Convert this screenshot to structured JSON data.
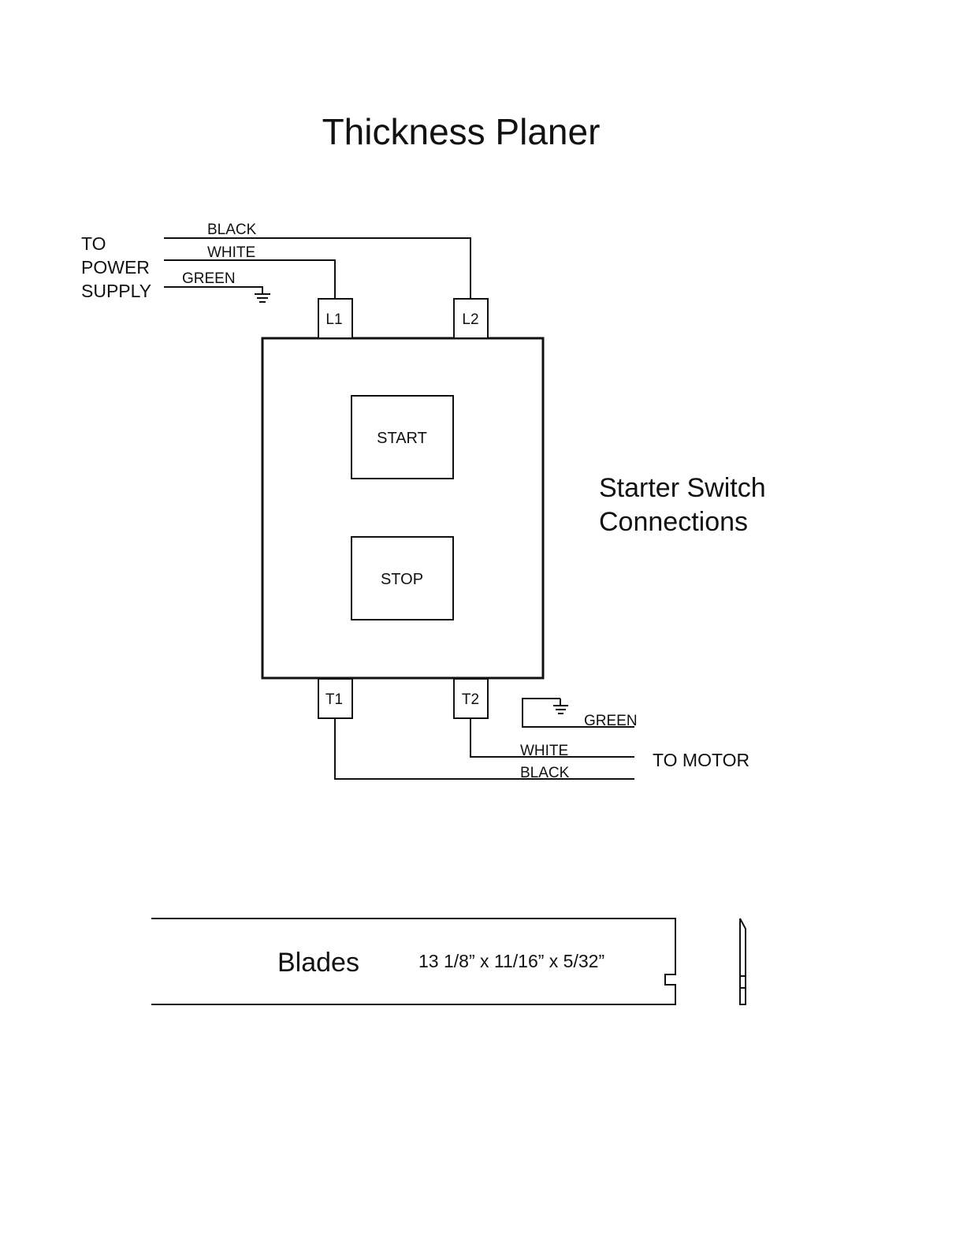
{
  "title": "Thickness Planer",
  "subtitle_lines": [
    "Starter Switch",
    "Connections"
  ],
  "power_supply": {
    "label_lines": [
      "TO",
      "POWER",
      "SUPPLY"
    ],
    "wires": {
      "black": "BLACK",
      "white": "WHITE",
      "green": "GREEN"
    }
  },
  "terminals": {
    "l1": "L1",
    "l2": "L2",
    "t1": "T1",
    "t2": "T2"
  },
  "buttons": {
    "start": "START",
    "stop": "STOP"
  },
  "motor": {
    "label": "TO MOTOR",
    "wires": {
      "green": "GREEN",
      "white": "WHITE",
      "black": "BLACK"
    }
  },
  "blades": {
    "label": "Blades",
    "dimensions": "13 1/8” x 11/16” x 5/32”"
  }
}
